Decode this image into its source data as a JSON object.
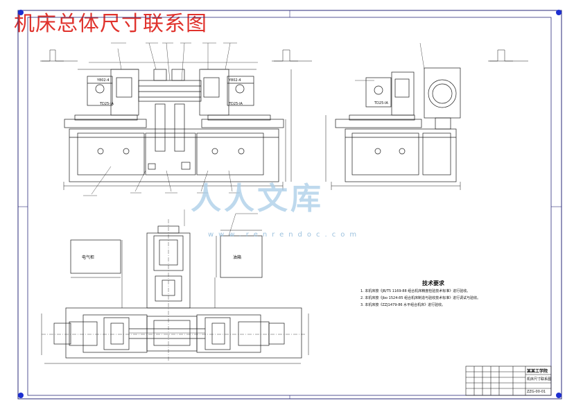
{
  "title": "机床总体尺寸联系图",
  "watermark": {
    "main": "人人文库",
    "url": "www.renrendoc.com"
  },
  "labels": {
    "cabinet_left": "电气柜",
    "oil_tank": "油箱",
    "motor_left": "Y802-4",
    "motor_right": "Y802-4",
    "head_left": "TD25-IA",
    "head_right": "TD25-IA",
    "head_side": "TD25-IA"
  },
  "tech_requirements": {
    "heading": "技术要求",
    "items": [
      "1. 本机床按《JB/T5 1169-88 组合机床精度检验技术标准》进行验收。",
      "2. 本机床按《Jbo 1524-85 组合机床制造与验收技术标准》进行调试与验收。",
      "3. 本机床按《ZZJ1479-86 水平组合机床》进行验收。"
    ]
  },
  "title_block": {
    "name": "机床尺寸联系图",
    "school": "某某工学院",
    "drawing_no": "ZZG-00-01"
  },
  "colors": {
    "line": "#1a1a1a",
    "frame": "#2a2a7a",
    "title_red": "#e0322c",
    "corner": "#1d2fd1",
    "watermark": "#a9cde8"
  }
}
